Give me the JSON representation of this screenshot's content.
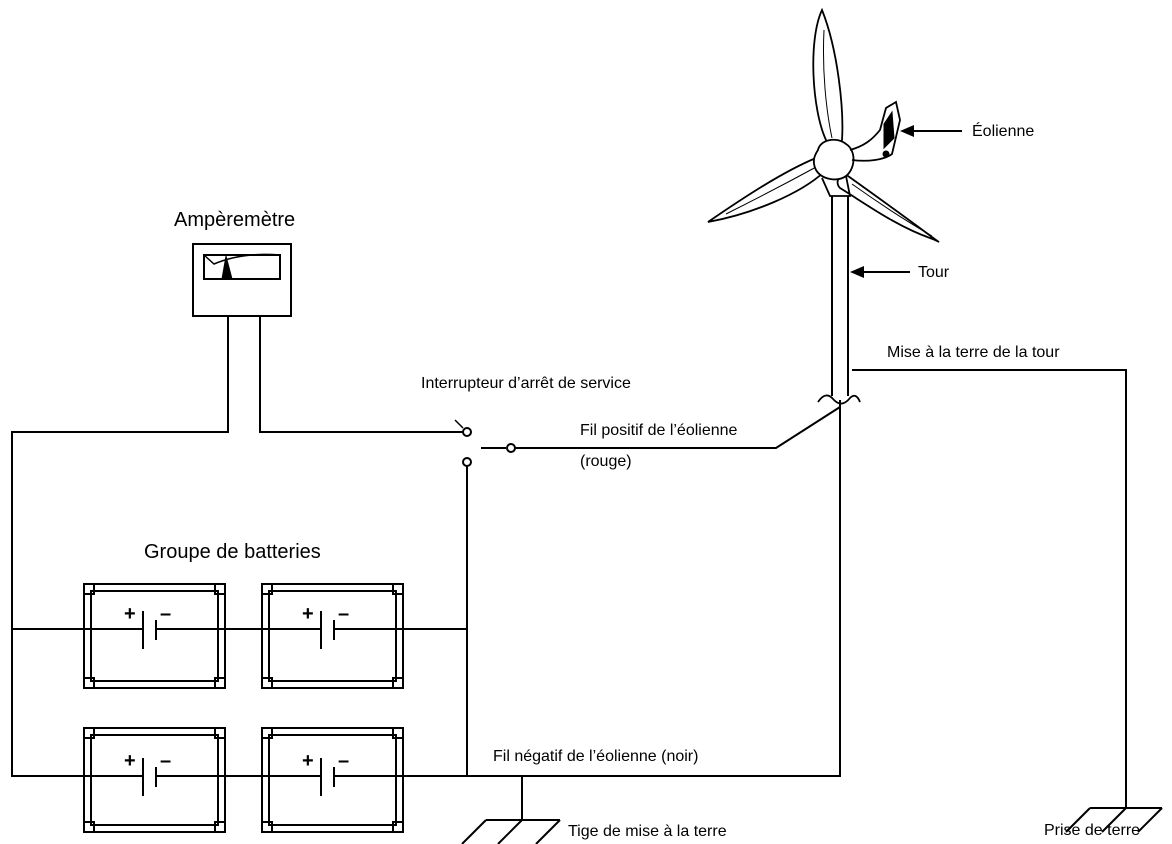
{
  "labels": {
    "ammeter": "Ampèremètre",
    "switch": "Interrupteur d’arrêt de service",
    "positive_wire_line1": "Fil positif de l’éolienne",
    "positive_wire_line2": "(rouge)",
    "battery_bank": "Groupe de batteries",
    "negative_wire": "Fil négatif de l’éolienne (noir)",
    "ground_rod": "Tige de mise à la terre",
    "tower_ground": "Mise à la terre de la tour",
    "ground_socket": "Prise de terre",
    "turbine": "Éolienne",
    "tower": "Tour"
  },
  "battery_symbols": {
    "plus": "+",
    "minus": "–"
  }
}
